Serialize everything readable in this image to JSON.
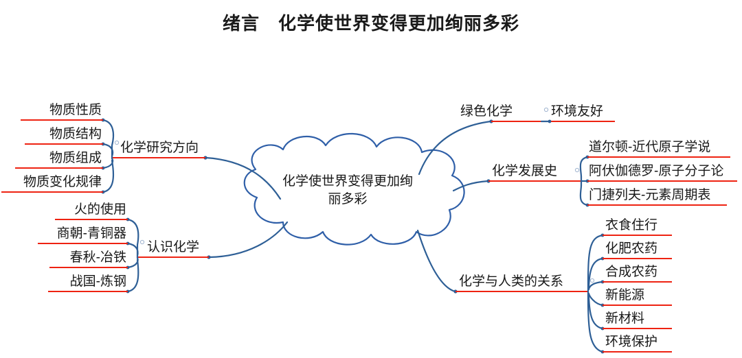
{
  "title": "绪言　化学使世界变得更加绚丽多彩",
  "colors": {
    "branch_line": "#2e5f96",
    "underline": "#ee2211",
    "cloud_stroke": "#2f5fa8",
    "text": "#181818",
    "background": "#ffffff"
  },
  "center": {
    "label": "化学使世界变得更加绚\n丽多彩",
    "shape": "cloud"
  },
  "branches": [
    {
      "id": "research-direction",
      "label": "化学研究方向",
      "side": "left",
      "children": [
        {
          "id": "material-property",
          "label": "物质性质"
        },
        {
          "id": "material-structure",
          "label": "物质结构"
        },
        {
          "id": "material-composition",
          "label": "物质组成"
        },
        {
          "id": "material-change-law",
          "label": "物质变化规律"
        }
      ]
    },
    {
      "id": "know-chemistry",
      "label": "认识化学",
      "side": "left",
      "children": [
        {
          "id": "use-of-fire",
          "label": "火的使用"
        },
        {
          "id": "shang-bronze",
          "label": "商朝-青铜器"
        },
        {
          "id": "chunqiu-iron",
          "label": "春秋-冶铁"
        },
        {
          "id": "zhanguo-steel",
          "label": "战国-炼钢"
        }
      ]
    },
    {
      "id": "green-chemistry",
      "label": "绿色化学",
      "side": "right",
      "children": [
        {
          "id": "eco-friendly",
          "label": "环境友好"
        }
      ]
    },
    {
      "id": "history-of-chemistry",
      "label": "化学发展史",
      "side": "right",
      "children": [
        {
          "id": "dalton",
          "label": "道尔顿-近代原子学说"
        },
        {
          "id": "avogadro",
          "label": "阿伏伽德罗-原子分子论"
        },
        {
          "id": "mendeleev",
          "label": "门捷列夫-元素周期表"
        }
      ]
    },
    {
      "id": "chemistry-and-humanity",
      "label": "化学与人类的关系",
      "side": "right",
      "children": [
        {
          "id": "food-clothing-housing-transport",
          "label": "衣食住行"
        },
        {
          "id": "fertilizer-pesticide",
          "label": "化肥农药"
        },
        {
          "id": "synthetic-pesticide",
          "label": "合成农药"
        },
        {
          "id": "new-energy",
          "label": "新能源"
        },
        {
          "id": "new-materials",
          "label": "新材料"
        },
        {
          "id": "environmental-protection",
          "label": "环境保护"
        }
      ]
    }
  ]
}
